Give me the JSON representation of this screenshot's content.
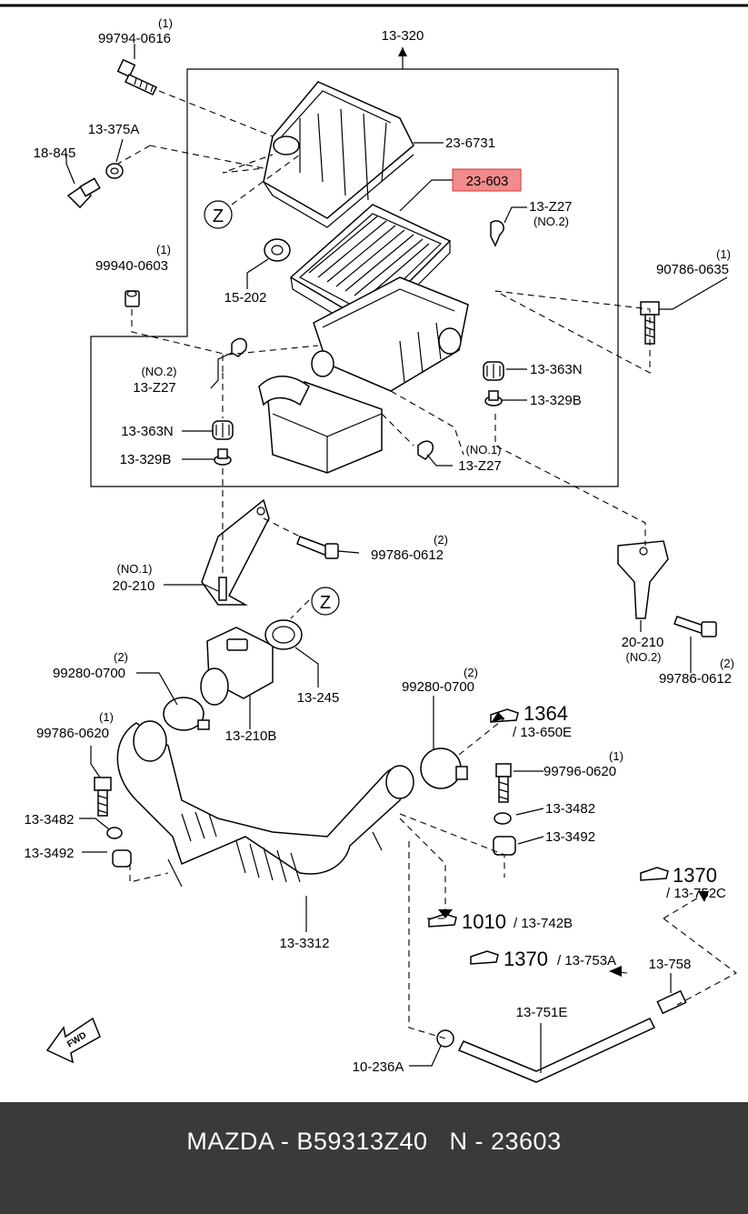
{
  "diagram": {
    "labels": {
      "p_99794_0616": "99794-0616",
      "q_99794_0616": "(1)",
      "p_13_320": "13-320",
      "p_13_375A": "13-375A",
      "p_18_845": "18-845",
      "p_23_6731": "23-6731",
      "p_23_603": "23-603",
      "p_13_Z27_a": "13-Z27",
      "n_13_Z27_a": "(NO.2)",
      "p_99940_0603": "99940-0603",
      "q_99940_0603": "(1)",
      "p_15_202": "15-202",
      "p_90786_0635": "90786-0635",
      "q_90786_0635": "(1)",
      "p_13_363N_a": "13-363N",
      "p_13_329B_a": "13-329B",
      "n_13_Z27_b": "(NO.2)",
      "p_13_Z27_b": "13-Z27",
      "p_13_363N_b": "13-363N",
      "p_13_329B_b": "13-329B",
      "n_13_Z27_c": "(NO.1)",
      "p_13_Z27_c": "13-Z27",
      "p_99786_0612_a": "99786-0612",
      "q_99786_0612_a": "(2)",
      "n_20_210_a": "(NO.1)",
      "p_20_210_a": "20-210",
      "p_20_210_b": "20-210",
      "n_20_210_b": "(NO.2)",
      "p_99786_0612_b": "99786-0612",
      "q_99786_0612_b": "(2)",
      "p_99280_0700_a": "99280-0700",
      "q_99280_0700_a": "(2)",
      "p_13_245": "13-245",
      "p_13_210B": "13-210B",
      "p_99786_0620": "99786-0620",
      "q_99786_0620": "(1)",
      "p_99280_0700_b": "99280-0700",
      "q_99280_0700_b": "(2)",
      "r_1364": "1364",
      "p_13_650E": "/ 13-650E",
      "p_99796_0620": "99796-0620",
      "q_99796_0620": "(1)",
      "p_13_3482_a": "13-3482",
      "p_13_3492_a": "13-3492",
      "p_13_3482_b": "13-3482",
      "p_13_3492_b": "13-3492",
      "r_1370_a": "1370",
      "p_13_752C": "/ 13-752C",
      "p_13_3312": "13-3312",
      "r_1010": "1010",
      "p_13_742B": "/ 13-742B",
      "r_1370_b": "1370",
      "p_13_753A": "/ 13-753A",
      "p_13_758": "13-758",
      "p_13_751E": "13-751E",
      "p_10_236A": "10-236A",
      "z_a": "Z",
      "z_b": "Z",
      "fwd": "FWD"
    },
    "highlight_color": "#f28b8b"
  },
  "footer": {
    "text": "MAZDA - B59313Z40   N - 23603"
  }
}
